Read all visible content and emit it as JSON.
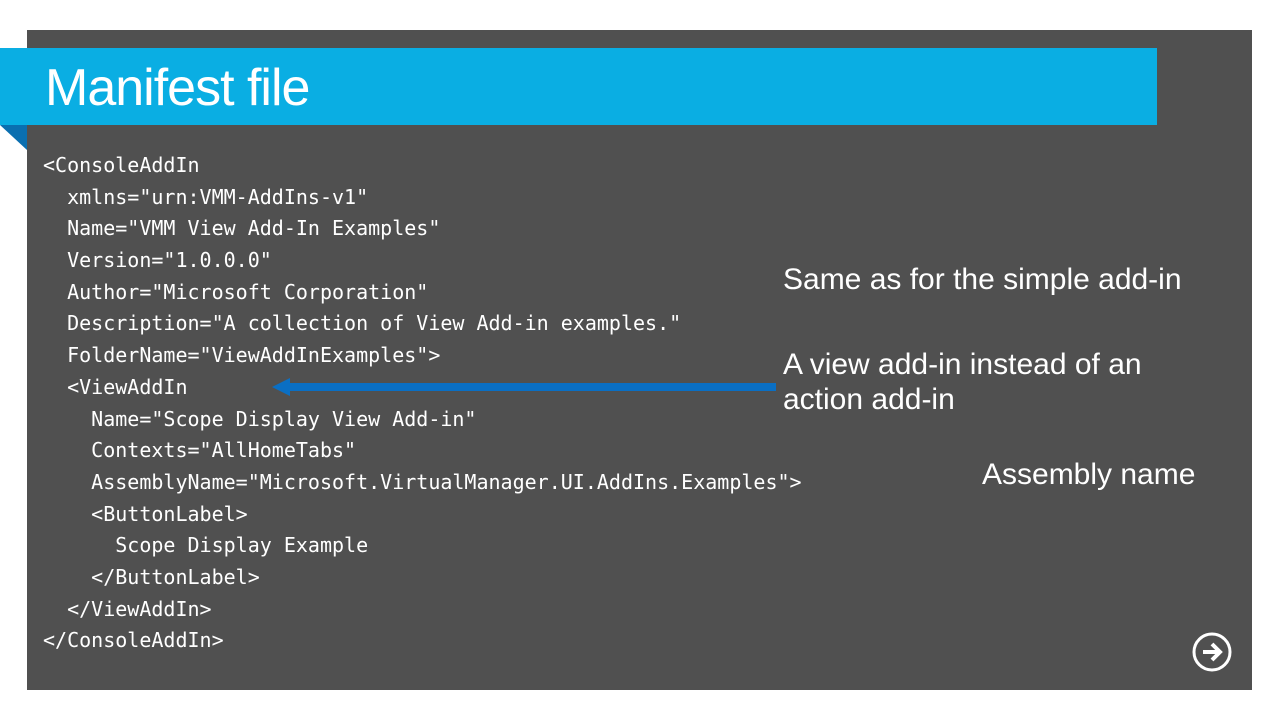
{
  "slide": {
    "title": "Manifest file",
    "code_lines": [
      "<ConsoleAddIn",
      "  xmlns=\"urn:VMM-AddIns-v1\"",
      "  Name=\"VMM View Add-In Examples\"",
      "  Version=\"1.0.0.0\"",
      "  Author=\"Microsoft Corporation\"",
      "  Description=\"A collection of View Add-in examples.\"",
      "  FolderName=\"ViewAddInExamples\">",
      "  <ViewAddIn",
      "    Name=\"Scope Display View Add-in\"",
      "    Contexts=\"AllHomeTabs\"",
      "    AssemblyName=\"Microsoft.VirtualManager.UI.AddIns.Examples\">",
      "    <ButtonLabel>",
      "      Scope Display Example",
      "    </ButtonLabel>",
      "  </ViewAddIn>",
      "</ConsoleAddIn>"
    ],
    "annotations": {
      "same_as_simple": "Same as for the simple add-in",
      "view_instead": "A view add-in instead of an action add-in",
      "assembly_name": "Assembly name"
    },
    "next_icon": "arrow-right-circle-icon",
    "colors": {
      "title_bar": "#0aaee3",
      "panel": "#505050",
      "arrow": "#0a6fc4"
    }
  }
}
